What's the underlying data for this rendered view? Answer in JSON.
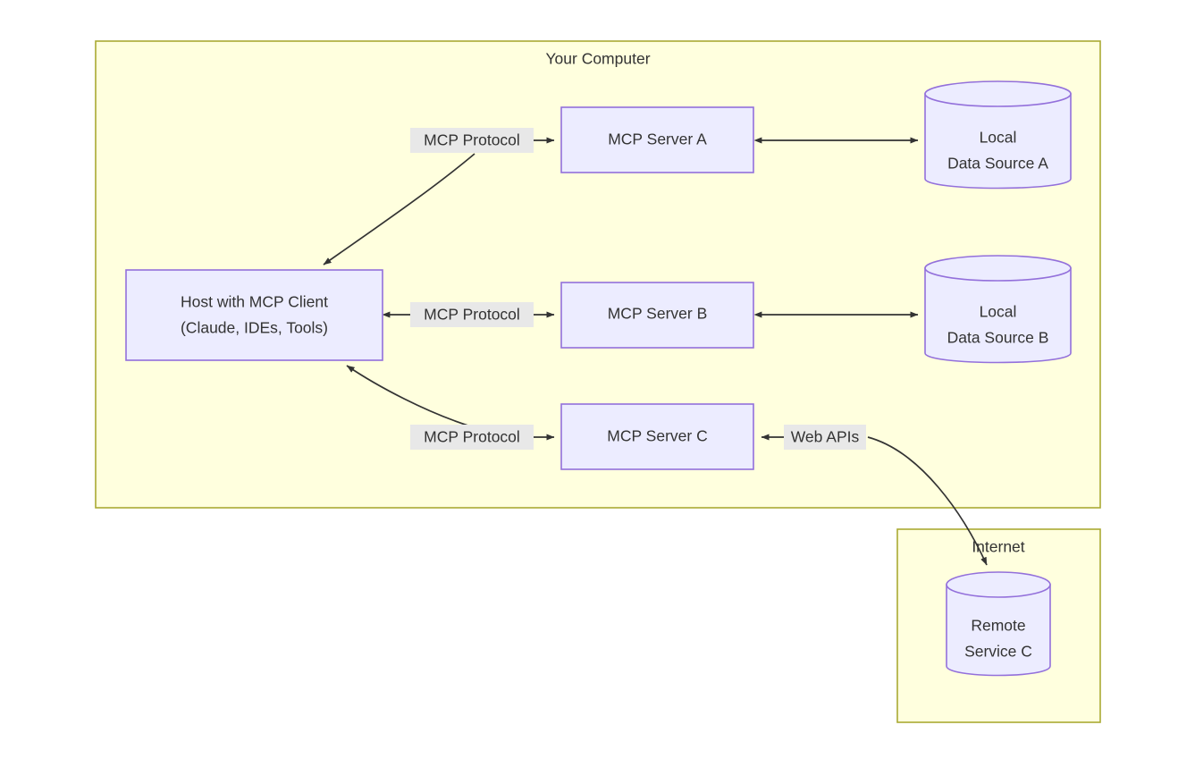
{
  "diagram": {
    "title_hidden": "",
    "containers": [
      {
        "id": "your-computer",
        "label": "Your Computer"
      },
      {
        "id": "internet",
        "label": "Internet"
      }
    ],
    "nodes": [
      {
        "id": "host",
        "line1": "Host with MCP Client",
        "line2": "(Claude, IDEs, Tools)"
      },
      {
        "id": "server-a",
        "label": "MCP Server A"
      },
      {
        "id": "server-b",
        "label": "MCP Server B"
      },
      {
        "id": "server-c",
        "label": "MCP Server C"
      },
      {
        "id": "source-a",
        "line1": "Local",
        "line2": "Data Source A"
      },
      {
        "id": "source-b",
        "line1": "Local",
        "line2": "Data Source B"
      },
      {
        "id": "remote-c",
        "line1": "Remote",
        "line2": "Service C"
      }
    ],
    "edge_labels": {
      "mcp_protocol_a": "MCP Protocol",
      "mcp_protocol_b": "MCP Protocol",
      "mcp_protocol_c": "MCP Protocol",
      "web_apis": "Web APIs"
    },
    "colors": {
      "container_fill": "#ffffde",
      "container_stroke": "#aaaa33",
      "node_fill": "#ececff",
      "node_stroke": "#9370db",
      "edge_stroke": "#333333",
      "label_bg": "#e8e8e8",
      "text": "#333333",
      "page_bg": "#ffffff"
    }
  }
}
